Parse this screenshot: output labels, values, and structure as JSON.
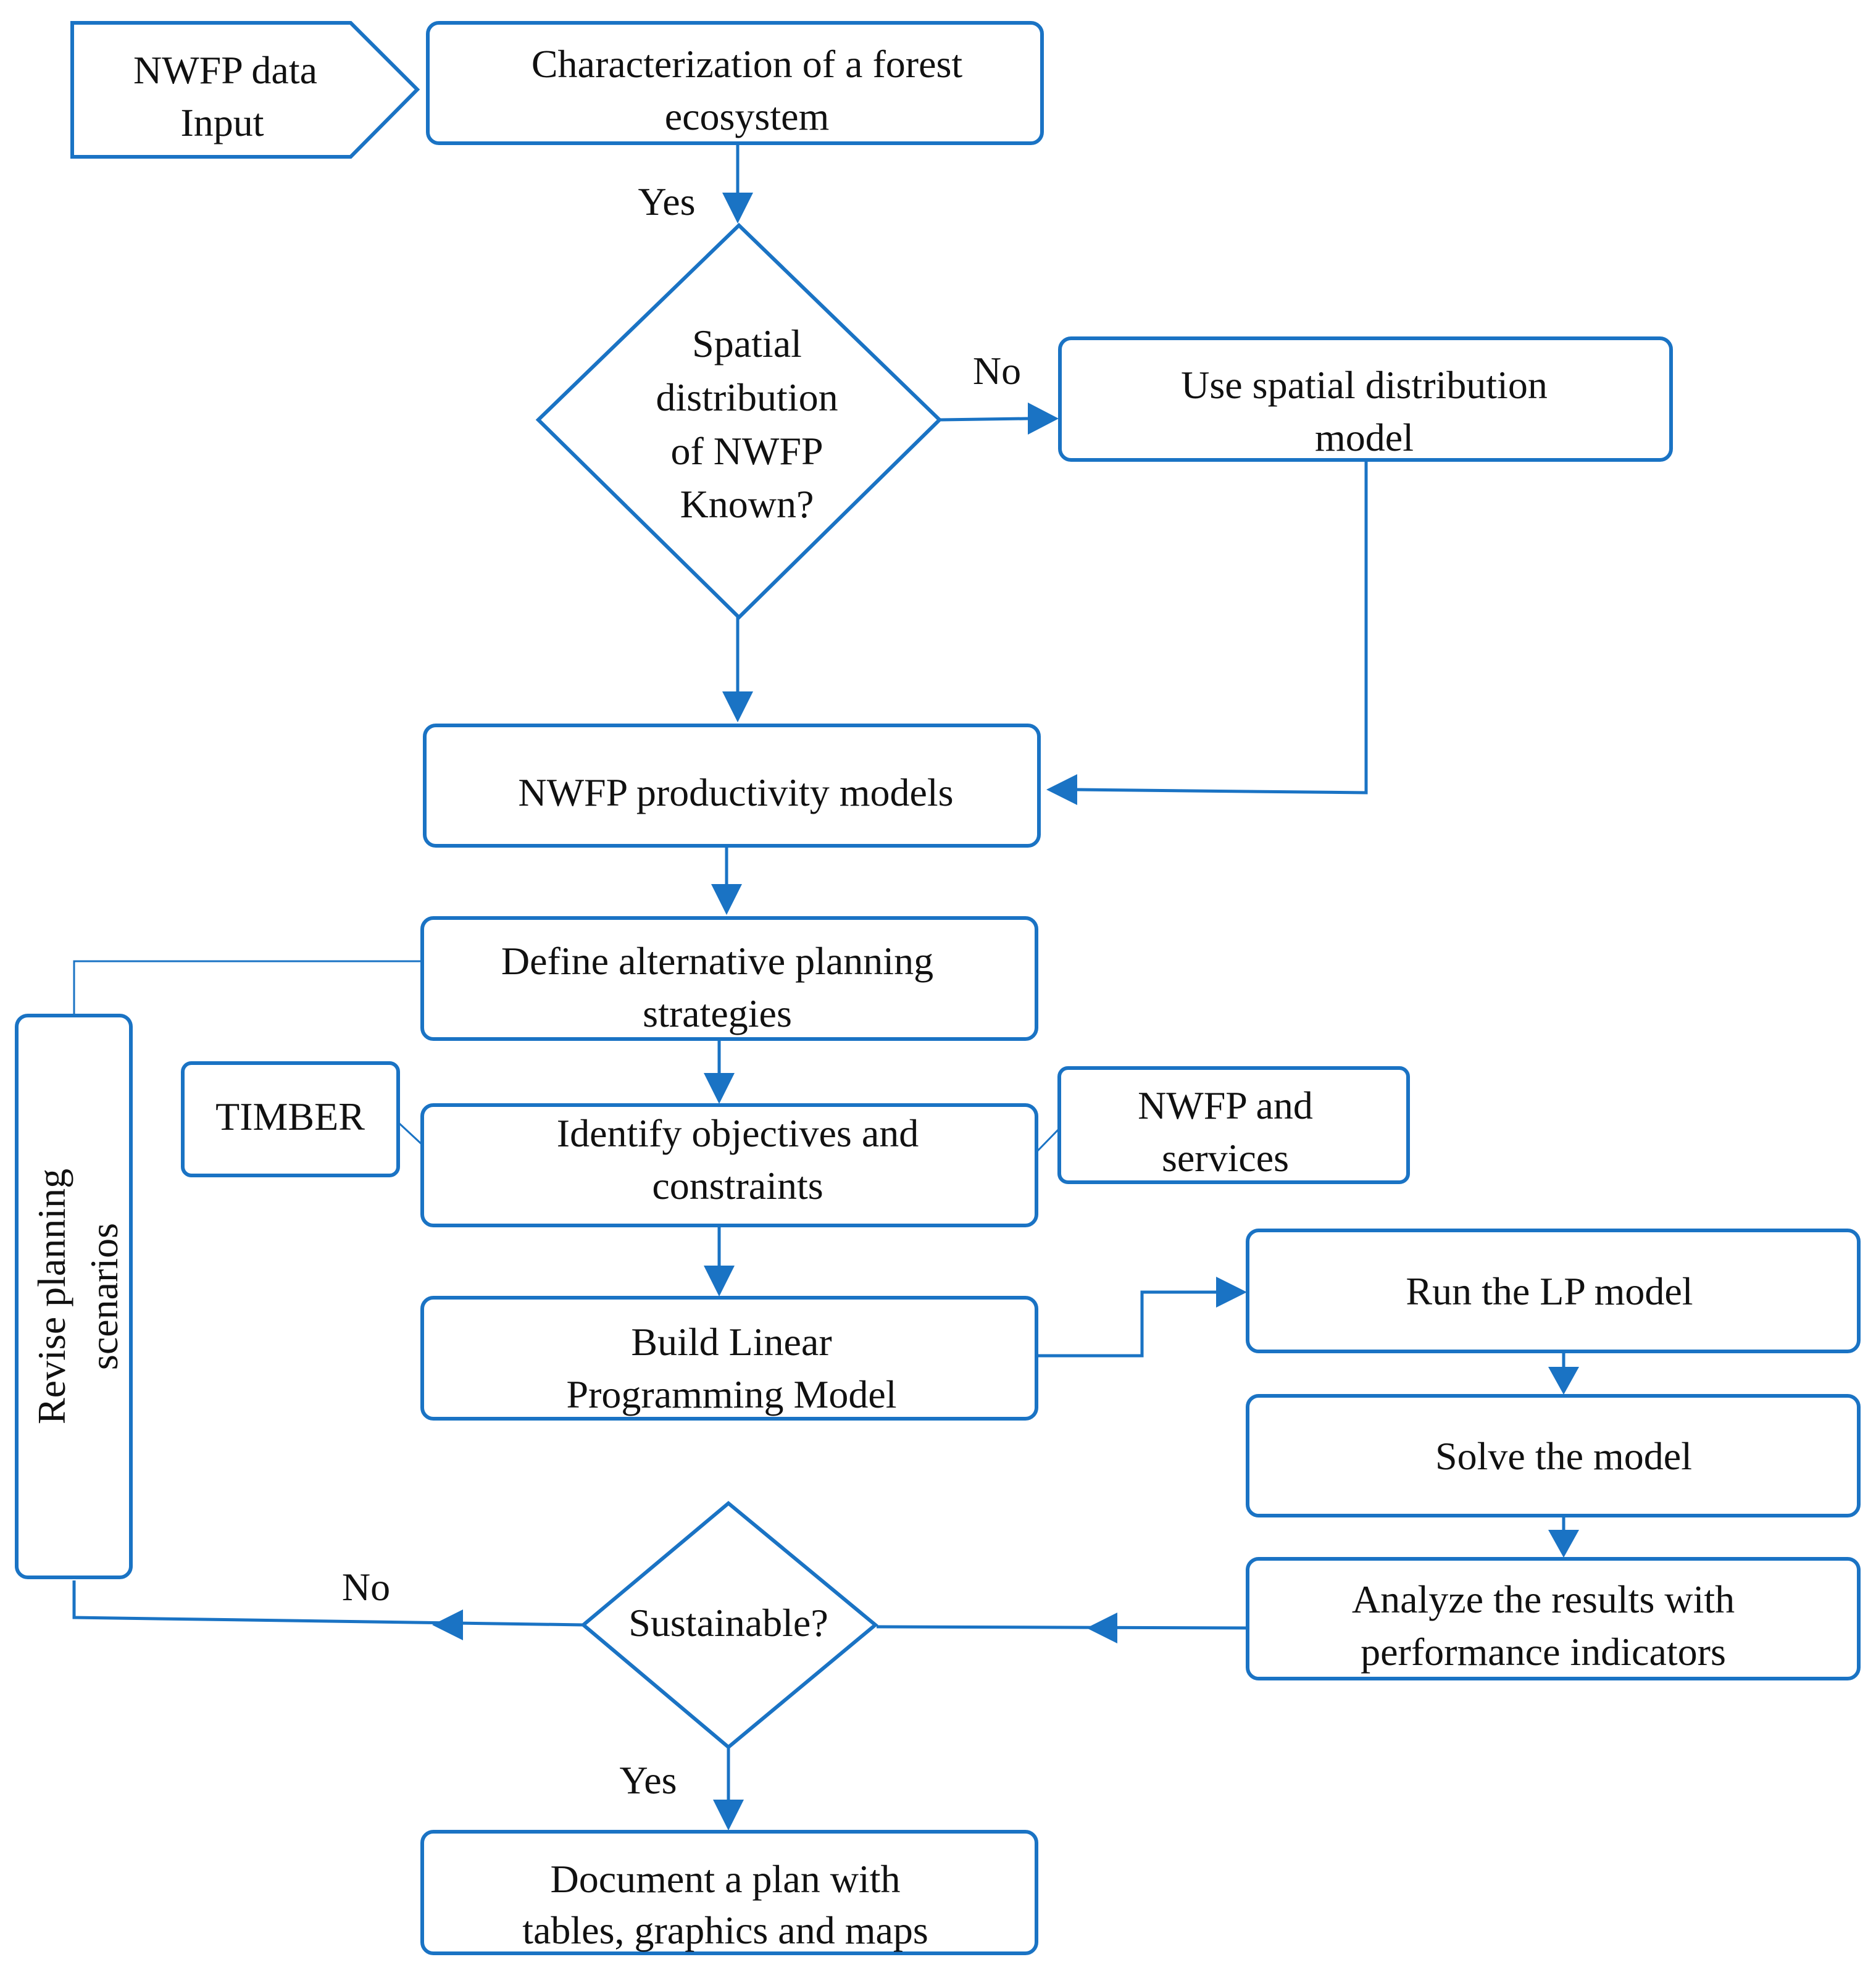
{
  "colors": {
    "stroke": "#1a73c4",
    "arrow": "#1a73c4",
    "text": "#111111",
    "background": "#ffffff"
  },
  "nodes": {
    "nwfp_input": {
      "line1": "NWFP data",
      "line2": "Input"
    },
    "characterization": {
      "line1": "Characterization of a forest",
      "line2": "ecosystem"
    },
    "spatial_decision": {
      "line1": "Spatial",
      "line2": "distribution",
      "line3": "of NWFP",
      "line4": "Known?"
    },
    "use_spatial_model": {
      "line1": "Use spatial distribution",
      "line2": "model"
    },
    "productivity_models": {
      "line1": "NWFP productivity models"
    },
    "define_strategies": {
      "line1": "Define alternative planning",
      "line2": "strategies"
    },
    "timber": {
      "line1": "TIMBER"
    },
    "identify_objectives": {
      "line1": "Identify objectives and",
      "line2": "constraints"
    },
    "nwfp_services": {
      "line1": "NWFP and",
      "line2": "services"
    },
    "build_lp": {
      "line1": "Build Linear",
      "line2": "Programming Model"
    },
    "run_lp": {
      "line1": "Run the LP model"
    },
    "solve_model": {
      "line1": "Solve the model"
    },
    "analyze_results": {
      "line1": "Analyze the results with",
      "line2": "performance indicators"
    },
    "sustainable_decision": {
      "line1": "Sustainable?"
    },
    "revise_scenarios": {
      "line1": "Revise planning",
      "line2": "scenarios"
    },
    "document_plan": {
      "line1": "Document a plan with",
      "line2": "tables, graphics and maps"
    }
  },
  "edge_labels": {
    "yes_top": "Yes",
    "no_spatial": "No",
    "no_sustainable": "No",
    "yes_bottom": "Yes"
  }
}
